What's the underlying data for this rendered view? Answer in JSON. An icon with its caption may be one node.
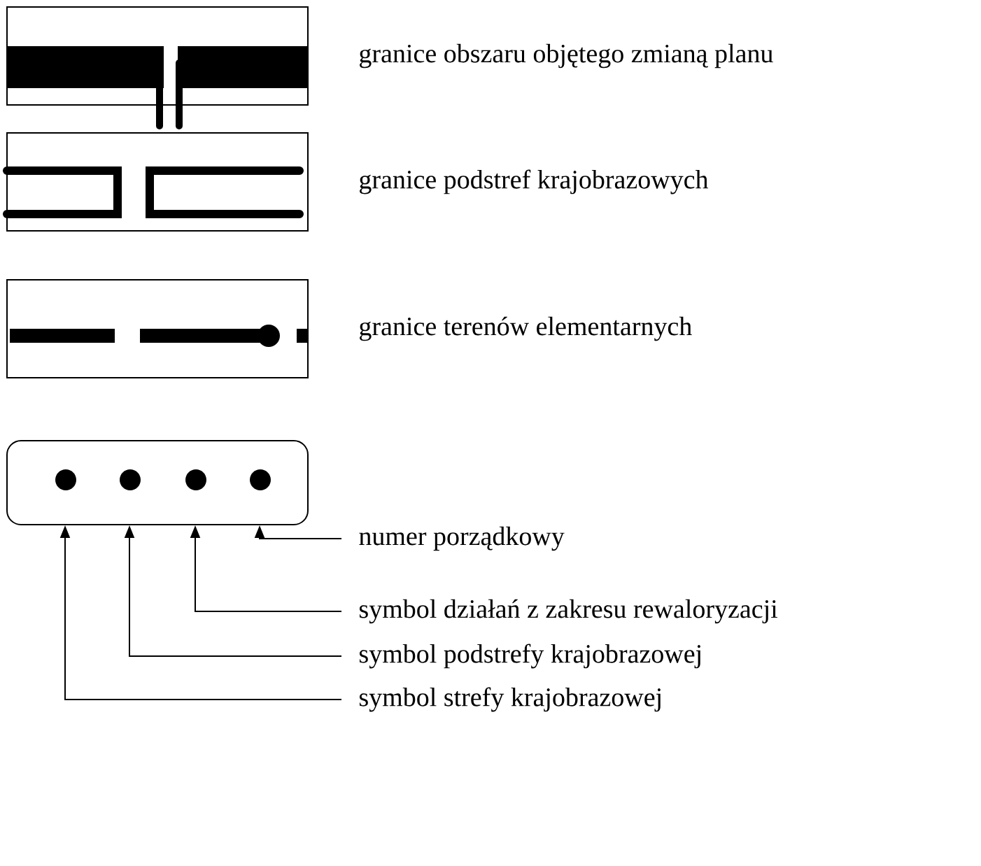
{
  "diagram": {
    "nodes": [
      {
        "text": [],
        "shape": "box",
        "beside": [
          "granice obszaru objętego zmianą planu"
        ]
      },
      {
        "text": [],
        "shape": "box",
        "beside": [
          "granice podstref krajobrazowych"
        ]
      },
      {
        "text": [],
        "shape": "box",
        "beside": [
          "granice terenów elementarnych"
        ]
      },
      {
        "text": [],
        "shape": "box"
      },
      {
        "text": [
          "numer porządkowy"
        ]
      },
      {
        "text": [
          "symbol działań z zakresu rewaloryzacji"
        ]
      },
      {
        "text": [
          "symbol podstrefy krajobrazowej"
        ]
      },
      {
        "text": [
          "symbol strefy krajobrazowej"
        ]
      }
    ],
    "edges": [
      {
        "from": 4,
        "to": 3,
        "arrow": "to"
      },
      {
        "from": 5,
        "to": 3,
        "arrow": "to"
      },
      {
        "from": 6,
        "to": 3,
        "arrow": "to"
      },
      {
        "from": 7,
        "to": 3,
        "arrow": "to"
      }
    ]
  }
}
